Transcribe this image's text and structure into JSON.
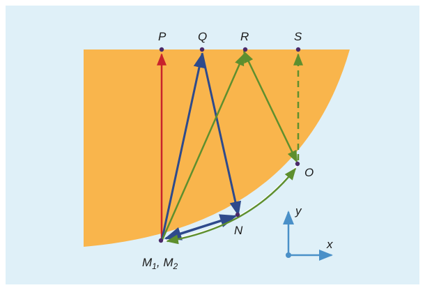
{
  "figure": {
    "background_color": "#dff0f8",
    "medium_color": "#f9b54c",
    "points": {
      "P": "P",
      "Q": "Q",
      "R": "R",
      "S": "S",
      "O": "O",
      "N": "N",
      "M_main": "M",
      "M_sub1": "1",
      "M_sep": ", ",
      "M_main2": "M",
      "M_sub2": "2"
    },
    "axes": {
      "x": "x",
      "y": "y"
    },
    "colors": {
      "red": "#c8232c",
      "blue": "#2e4a8c",
      "green": "#5e8f2e",
      "axis_blue": "#4a90c8",
      "point": "#4a2a6a"
    }
  }
}
